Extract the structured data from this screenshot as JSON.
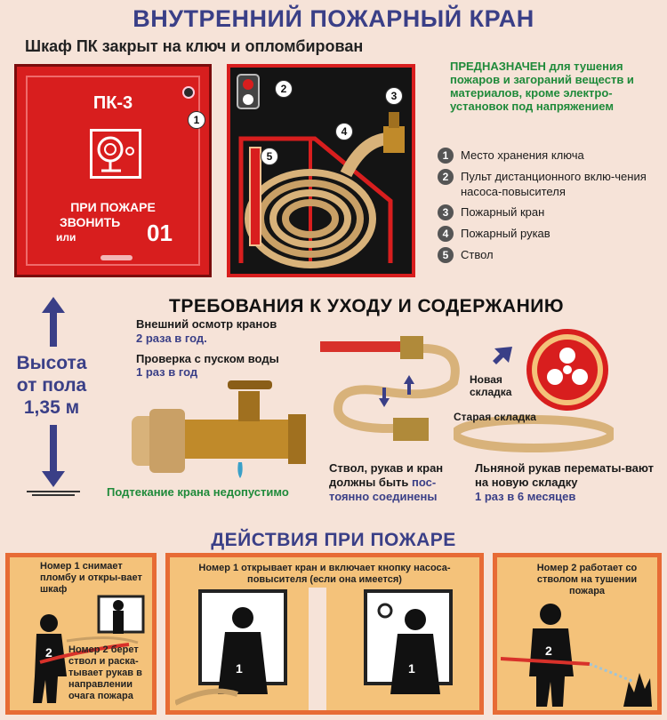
{
  "header": {
    "title": "ВНУТРЕННИЙ ПОЖАРНЫЙ КРАН",
    "subtitle": "Шкаф ПК закрыт на ключ и опломбирован"
  },
  "cabinet": {
    "label": "ПК-3",
    "text_line1": "ПРИ ПОЖАРЕ",
    "text_line2": "ЗВОНИТЬ",
    "text_or": "или",
    "number": "01",
    "callout": "1"
  },
  "cabinet_open": {
    "callouts": [
      "2",
      "3",
      "4",
      "5"
    ]
  },
  "purpose": {
    "highlight": "ПРЕДНАЗНАЧЕН",
    "text": " для тушения пожаров и загораний веществ и материалов, кроме электро-установок под напряжением"
  },
  "legend": [
    {
      "num": "1",
      "text": "Место хранения ключа"
    },
    {
      "num": "2",
      "text": "Пульт дистанционного вклю-чения насоса-повысителя"
    },
    {
      "num": "3",
      "text": "Пожарный кран"
    },
    {
      "num": "4",
      "text": "Пожарный рукав"
    },
    {
      "num": "5",
      "text": "Ствол"
    }
  ],
  "requirements": {
    "title": "ТРЕБОВАНИЯ  К УХОДУ И СОДЕРЖАНИЮ",
    "inspection_label": "Внешний осмотр кранов",
    "inspection_freq": "2 раза в год.",
    "test_label": "Проверка с пуском воды",
    "test_freq": "1 раз в год",
    "leak_warning": "Подтекание крана недопустимо",
    "connection_text_a": "Ствол, рукав и кран должны быть ",
    "connection_text_b": "пос-тоянно соединены",
    "new_fold": "Новая складка",
    "old_fold": "Старая складка",
    "linen_text": "Льняной рукав перематы-вают на новую складку",
    "linen_freq": "1 раз в  6 месяцев"
  },
  "height": {
    "line1": "Высота",
    "line2": "от пола",
    "line3": "1,35 м"
  },
  "actions": {
    "title": "ДЕЙСТВИЯ ПРИ ПОЖАРЕ",
    "panel1_top": "Номер 1 снимает пломбу и откры-вает шкаф",
    "panel1_bottom": "Номер 2 берет ствол и раска-тывает рукав в направлении очага пожара",
    "panel2_top": "Номер 1 открывает кран и включает кнопку насоса-повысителя (если она имеется)",
    "panel3_top": "Номер 2 работает со стволом на тушении пожара"
  },
  "colors": {
    "title_blue": "#3a3f87",
    "cabinet_red": "#d81e1e",
    "purpose_green": "#1f8a3a",
    "panel_orange": "#f4c27a",
    "panel_border": "#e76b35",
    "background": "#f6e3d8"
  }
}
